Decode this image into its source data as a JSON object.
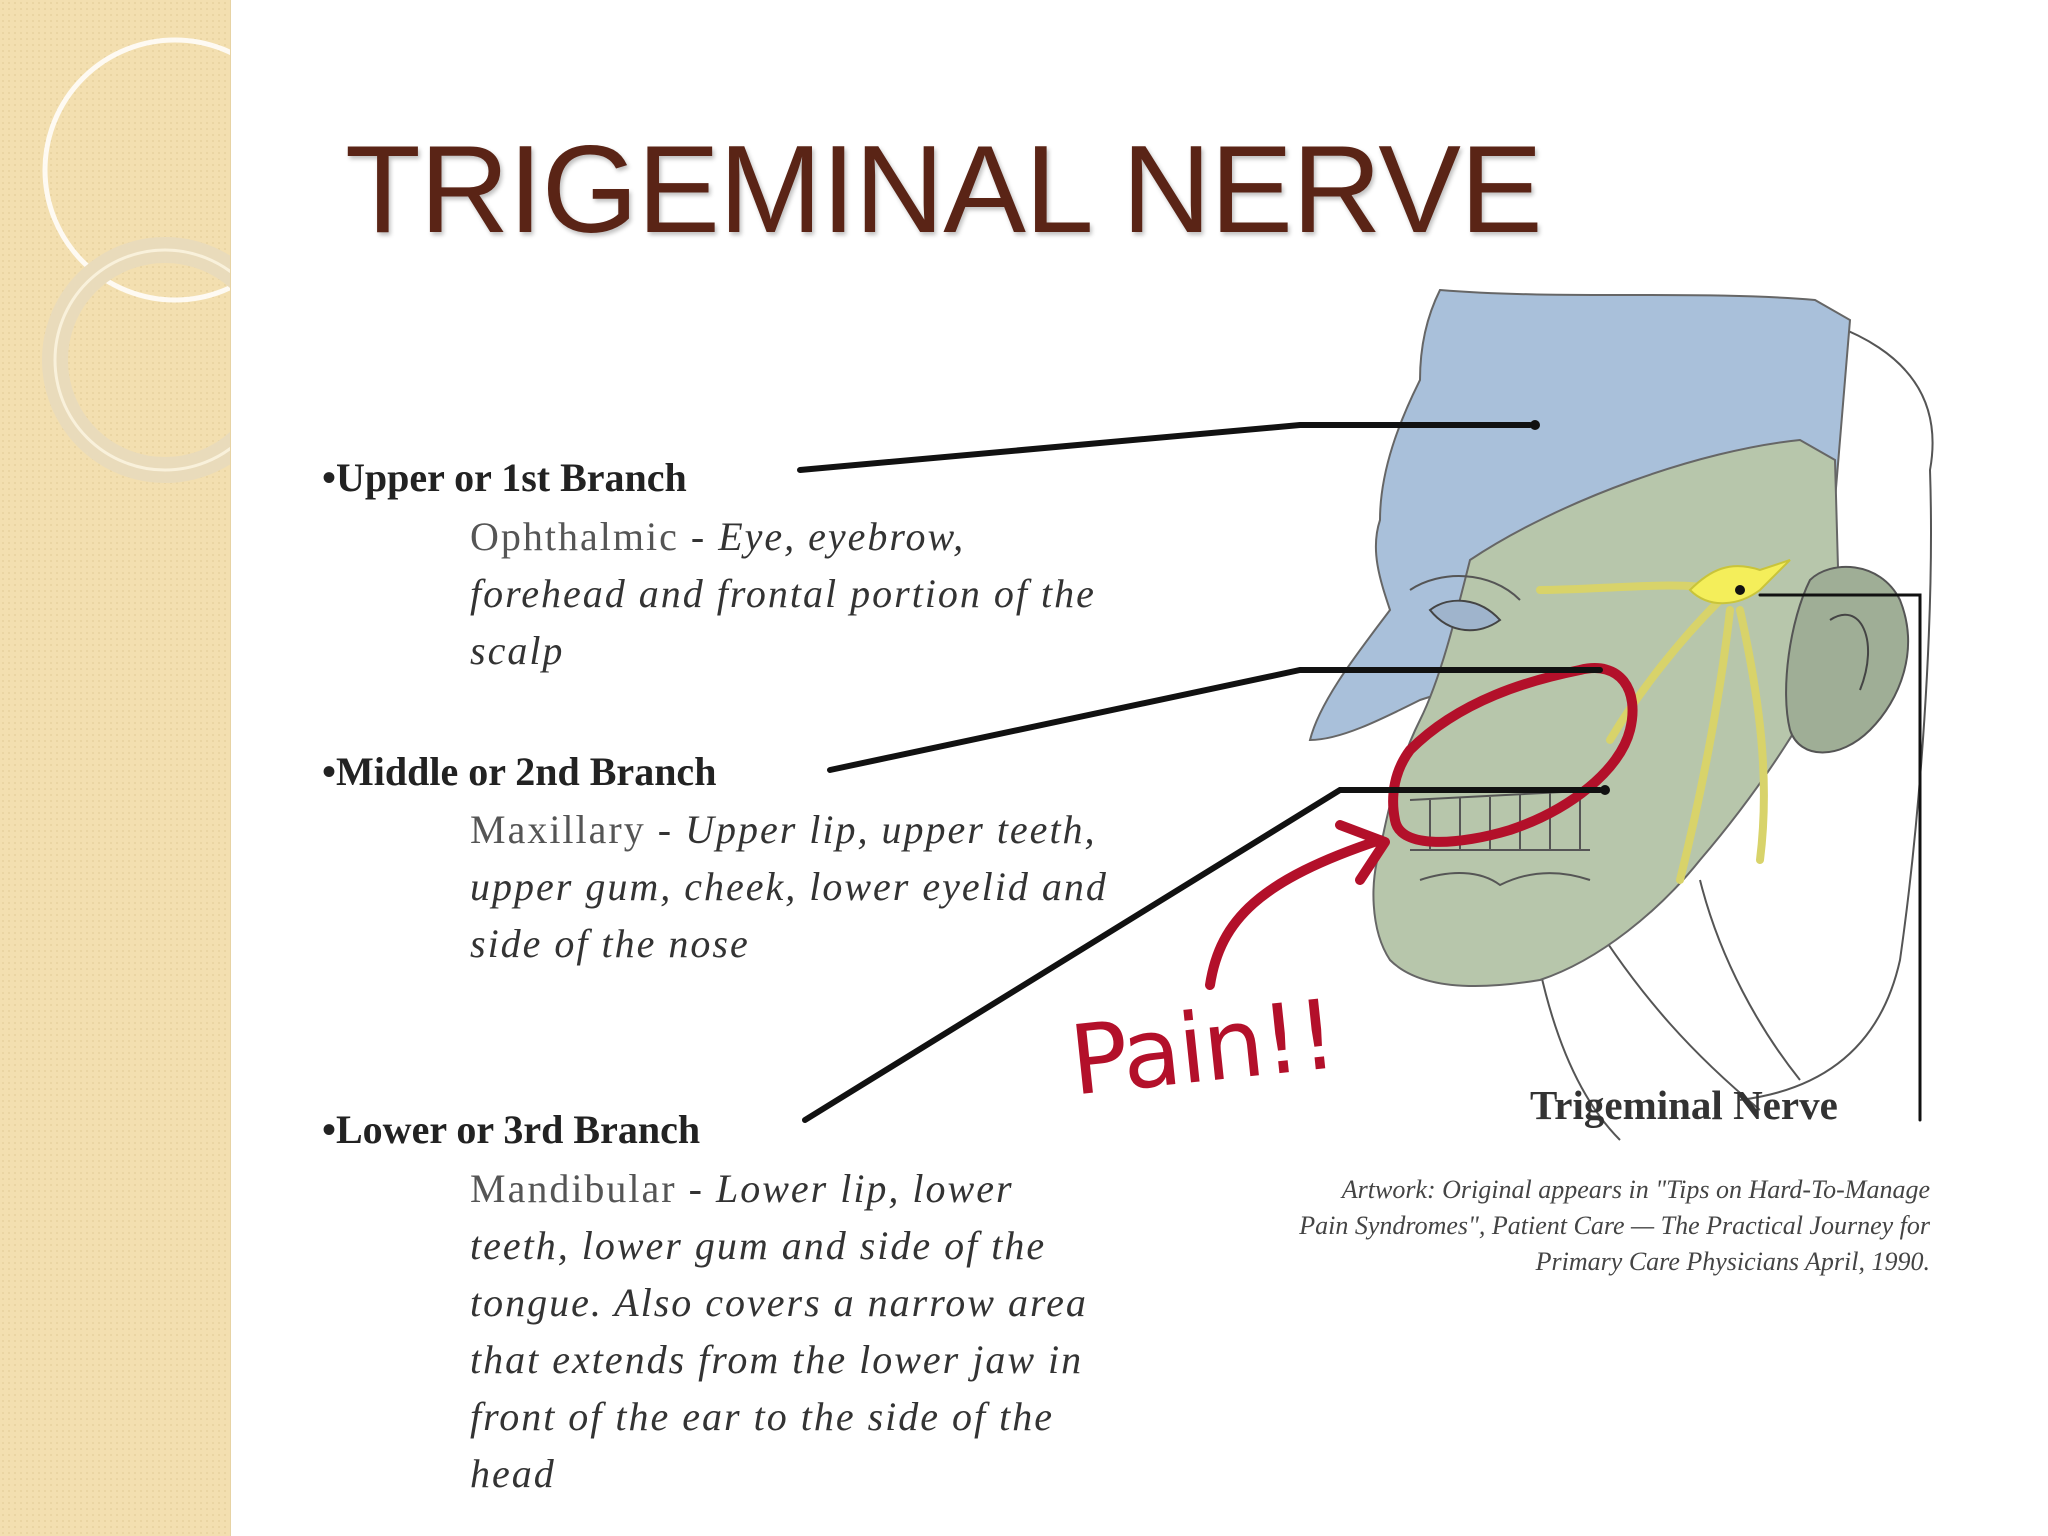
{
  "slide": {
    "title": "TRIGEMINAL NERVE"
  },
  "branches": [
    {
      "heading": "•Upper or 1st Branch",
      "name": "Ophthalmic",
      "description": "Eye, eyebrow, forehead and frontal portion of the scalp"
    },
    {
      "heading": "•Middle or 2nd Branch",
      "name": "Maxillary",
      "description": "Upper lip, upper teeth, upper gum, cheek, lower eyelid and side of the nose"
    },
    {
      "heading": "•Lower or 3rd Branch",
      "name": "Mandibular",
      "description": "Lower lip, lower teeth, lower gum and side of the tongue.  Also covers a narrow area that extends from the lower jaw in front of the ear to the side of the head"
    }
  ],
  "diagram": {
    "nerve_label": "Trigeminal Nerve",
    "credit_lines": [
      "Artwork:  Original appears in \"Tips on Hard-To-Manage",
      "Pain Syndromes\", Patient Care — The Practical Journey for",
      "Primary Care Physicians April, 1990."
    ],
    "annotation": "Pain!!"
  },
  "colors": {
    "title": "#5a2416",
    "sidebar": "#f3dfb0",
    "ophthalmic_region": "#a9c0da",
    "maxillary_mandibular_region": "#b7c6ab",
    "ganglion": "#f4ee5a",
    "annotation": "#b3102a"
  }
}
